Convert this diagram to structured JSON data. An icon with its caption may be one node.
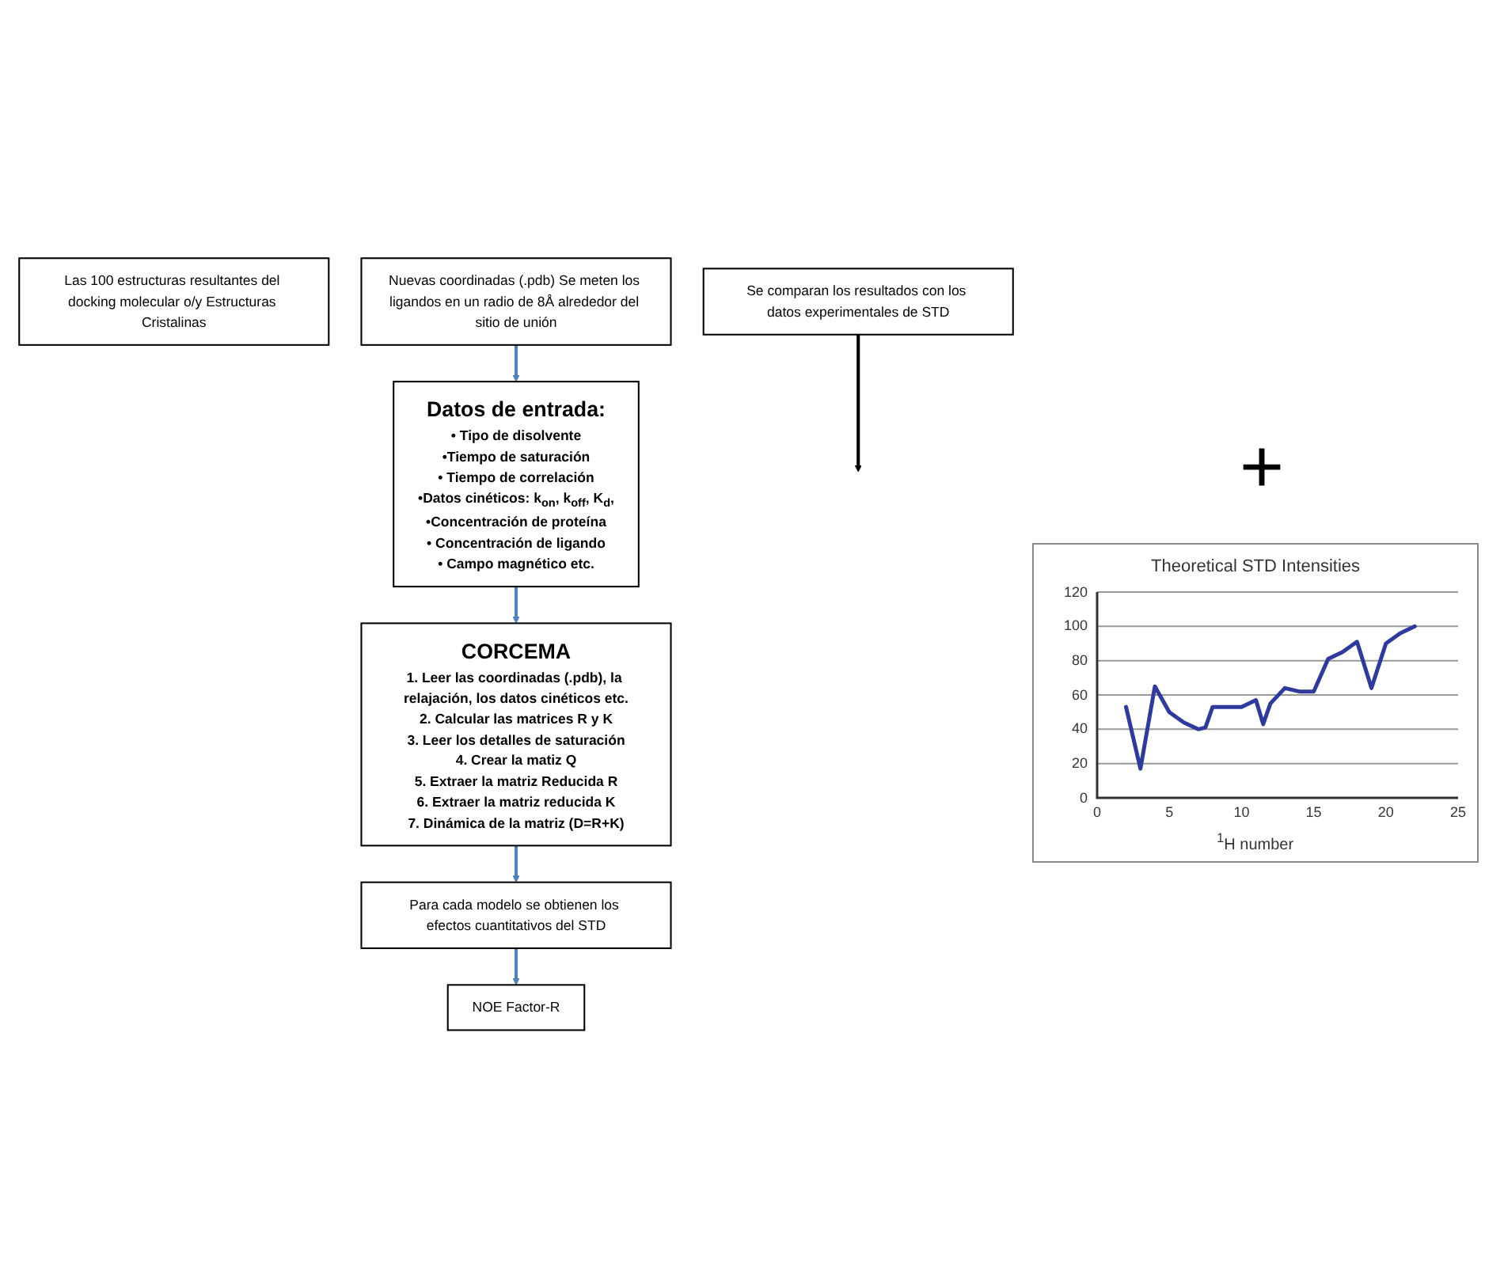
{
  "diagram": {
    "nodes": [
      {
        "text": [
          "Las 100 estructuras resultantes del docking molecular o/y Estructuras Cristalinas"
        ]
      },
      {
        "text": [
          "Nuevas coordinadas (.pdb) Se meten los ligandos en un radio de 8Å alrededor del sitio de unión"
        ]
      },
      {
        "text": [
          "Datos de entrada:",
          "• Tipo de disolvente",
          "•Tiempo de saturación",
          "• Tiempo de correlación",
          "•Datos cinéticos: k$_{on}$, k$_{off}$, K$_{d}$,",
          "•Concentración de proteína",
          "• Concentración de ligando",
          "• Campo magnético etc."
        ]
      },
      {
        "text": [
          "CORCEMA",
          "1. Leer las coordinadas (.pdb), la relajación, los datos cinéticos etc.",
          "2. Calcular las matrices R y K",
          "3. Leer los detalles de saturación",
          "4. Crear la matiz Q",
          "5. Extraer la matriz Reducida R",
          "6. Extraer la matriz reducida K",
          "7. Dinámica de la matriz (D=R+K)"
        ]
      },
      {
        "text": [
          "Para cada modelo se obtienen los efectos cuantitativos del STD"
        ]
      },
      {
        "text": [
          "NOE Factor-R"
        ]
      },
      {
        "text": [
          "Se comparan los resultados con los datos experimentales de STD"
        ]
      }
    ],
    "edges": [
      {
        "from": 1,
        "to": 2,
        "arrow": "to"
      },
      {
        "from": 2,
        "to": 3,
        "arrow": "to"
      },
      {
        "from": 3,
        "to": 4,
        "arrow": "to"
      },
      {
        "from": 4,
        "to": 5,
        "arrow": "to"
      },
      {
        "from": 6,
        "to": null,
        "arrow": "to",
        "color": "#000000"
      }
    ],
    "labels": [
      "+"
    ],
    "chart_data": {
      "type": "line",
      "title": "Theoretical STD Intensities",
      "xlabel": "$^{1}$H number",
      "x": [
        2,
        3,
        4,
        5,
        6,
        7,
        7.5,
        8,
        10,
        11,
        11.5,
        12,
        13,
        14,
        15,
        16,
        17,
        18,
        19,
        20,
        21,
        22
      ],
      "series": [
        {
          "color": "#2e3a9e",
          "values": [
            53,
            17,
            65,
            50,
            44,
            40,
            41,
            53,
            53,
            57,
            43,
            55,
            64,
            62,
            62,
            81,
            85,
            91,
            64,
            90,
            96,
            100
          ]
        }
      ],
      "grid": true,
      "xlim": [
        0,
        25
      ],
      "ylim": [
        0,
        120
      ],
      "xticks": [
        0,
        5,
        10,
        15,
        20,
        25
      ],
      "yticks": [
        0,
        20,
        40,
        60,
        80,
        100,
        120
      ]
    }
  }
}
